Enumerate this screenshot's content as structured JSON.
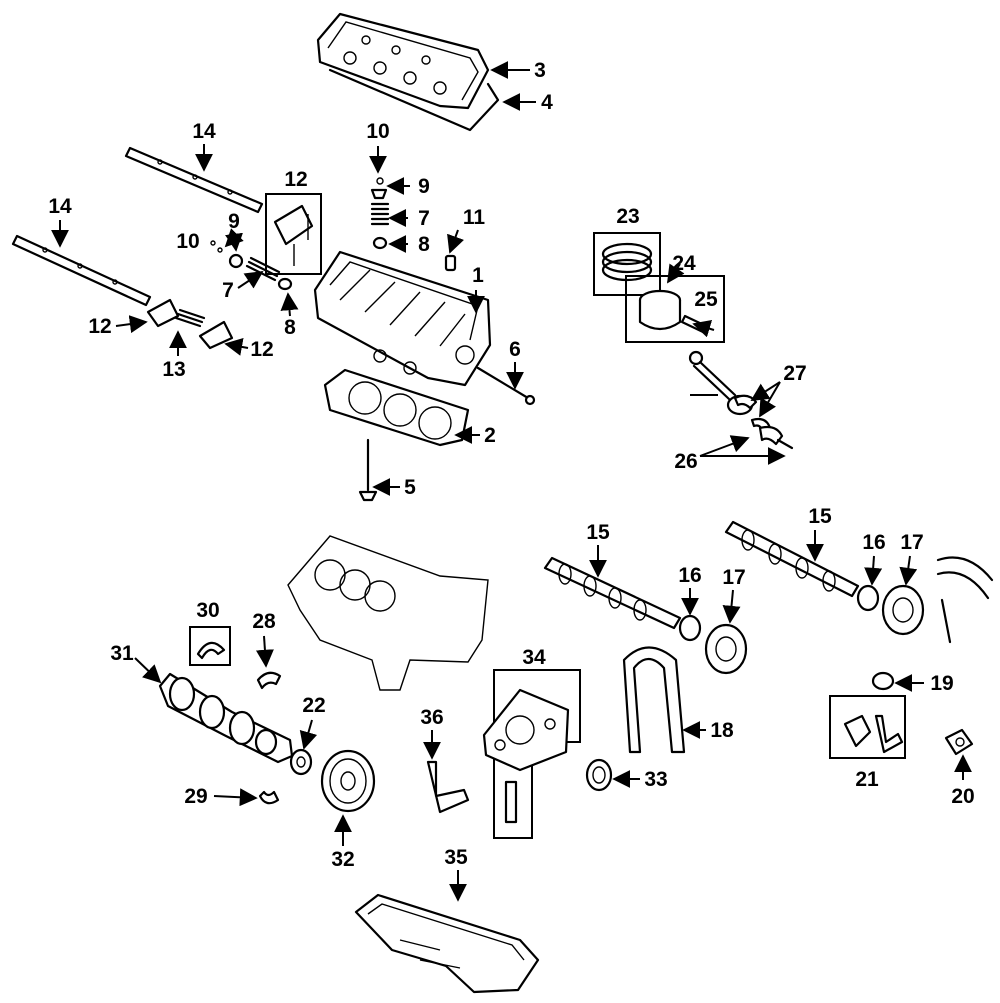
{
  "callouts": {
    "c1": "1",
    "c2": "2",
    "c3": "3",
    "c4": "4",
    "c5": "5",
    "c6": "6",
    "c7a": "7",
    "c7b": "7",
    "c8a": "8",
    "c8b": "8",
    "c9a": "9",
    "c9b": "9",
    "c10a": "10",
    "c10b": "10",
    "c11": "11",
    "c12a": "12",
    "c12b": "12",
    "c12c": "12",
    "c13": "13",
    "c14a": "14",
    "c14b": "14",
    "c15a": "15",
    "c15b": "15",
    "c16a": "16",
    "c16b": "16",
    "c17a": "17",
    "c17b": "17",
    "c18": "18",
    "c19": "19",
    "c20": "20",
    "c21": "21",
    "c22": "22",
    "c23": "23",
    "c24": "24",
    "c25": "25",
    "c26": "26",
    "c27": "27",
    "c28": "28",
    "c29": "29",
    "c30": "30",
    "c31": "31",
    "c32": "32",
    "c33": "33",
    "c34": "34",
    "c35": "35",
    "c36": "36"
  }
}
